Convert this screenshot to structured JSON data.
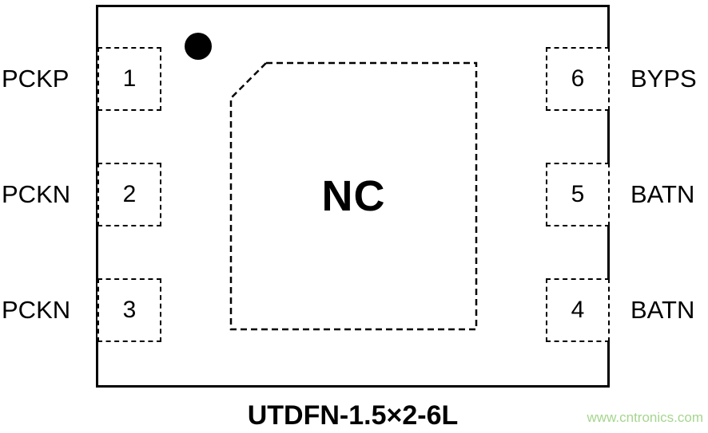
{
  "package": {
    "center_label": "NC",
    "caption": "UTDFN-1.5×2-6L",
    "outline_color": "#000000"
  },
  "pins": {
    "left": [
      {
        "number": "1",
        "name": "PCKP"
      },
      {
        "number": "2",
        "name": "PCKN"
      },
      {
        "number": "3",
        "name": "PCKN"
      }
    ],
    "right": [
      {
        "number": "6",
        "name": "BYPS"
      },
      {
        "number": "5",
        "name": "BATN"
      },
      {
        "number": "4",
        "name": "BATN"
      }
    ]
  },
  "markers": {
    "pin1_indicator": "black-dot"
  },
  "watermark": {
    "text": "www.cntronics.com",
    "color": "#a6d58e"
  }
}
